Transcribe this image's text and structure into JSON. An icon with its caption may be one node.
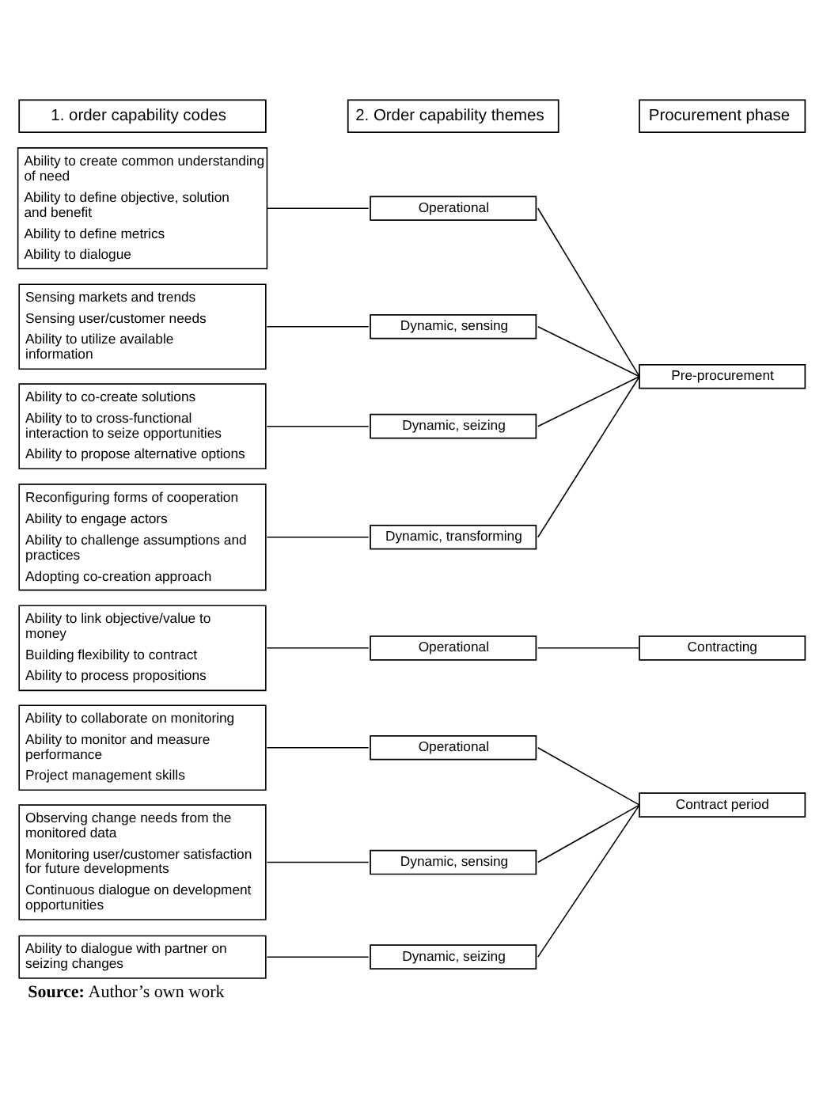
{
  "diagram": {
    "caption": "**Source:** Author’s own work",
    "nodes": [
      {
        "text": [
          "1. order capability codes"
        ]
      },
      {
        "text": [
          "2. Order capability themes"
        ]
      },
      {
        "text": [
          "Procurement phase"
        ]
      },
      {
        "text": [
          "Ability to create common understanding of need",
          "Ability to define objective, solution and benefit",
          "Ability to define metrics",
          "Ability to dialogue"
        ]
      },
      {
        "text": [
          "Operational"
        ]
      },
      {
        "text": [
          "Sensing markets and trends",
          "Sensing user/customer needs",
          "Ability to utilize available information"
        ]
      },
      {
        "text": [
          "Dynamic, sensing"
        ]
      },
      {
        "text": [
          "Pre-procurement"
        ]
      },
      {
        "text": [
          "Ability to co-create solutions",
          "Ability to to cross-functional interaction to seize opportunities",
          "Ability to propose alternative options"
        ]
      },
      {
        "text": [
          "Dynamic, seizing"
        ]
      },
      {
        "text": [
          "Reconfiguring forms of cooperation",
          "Ability to engage actors",
          "Ability to challenge assumptions and practices",
          "Adopting co-creation approach"
        ]
      },
      {
        "text": [
          "Dynamic, transforming"
        ]
      },
      {
        "text": [
          "Ability to link objective/value to money",
          "Building flexibility to contract",
          "Ability to process propositions"
        ]
      },
      {
        "text": [
          "Operational"
        ]
      },
      {
        "text": [
          "Contracting"
        ]
      },
      {
        "text": [
          "Ability to collaborate on monitoring",
          "Ability to monitor and measure performance",
          "Project management skills"
        ]
      },
      {
        "text": [
          "Operational"
        ]
      },
      {
        "text": [
          "Observing change needs from the monitored data",
          "Monitoring user/customer satisfaction for future developments",
          "Continuous dialogue on development opportunities"
        ]
      },
      {
        "text": [
          "Dynamic, sensing"
        ]
      },
      {
        "text": [
          "Contract period"
        ]
      },
      {
        "text": [
          "Ability to dialogue with partner on seizing changes"
        ]
      },
      {
        "text": [
          "Dynamic, seizing"
        ]
      }
    ],
    "edges": [
      {
        "from": 3,
        "to": 4,
        "arrow": "none"
      },
      {
        "from": 4,
        "to": 7,
        "arrow": "none"
      },
      {
        "from": 5,
        "to": 6,
        "arrow": "none"
      },
      {
        "from": 6,
        "to": 7,
        "arrow": "none"
      },
      {
        "from": 8,
        "to": 9,
        "arrow": "none"
      },
      {
        "from": 9,
        "to": 7,
        "arrow": "none"
      },
      {
        "from": 10,
        "to": 11,
        "arrow": "none"
      },
      {
        "from": 11,
        "to": 7,
        "arrow": "none"
      },
      {
        "from": 12,
        "to": 13,
        "arrow": "none"
      },
      {
        "from": 13,
        "to": 14,
        "arrow": "none"
      },
      {
        "from": 15,
        "to": 16,
        "arrow": "none"
      },
      {
        "from": 16,
        "to": 19,
        "arrow": "none"
      },
      {
        "from": 17,
        "to": 18,
        "arrow": "none"
      },
      {
        "from": 18,
        "to": 19,
        "arrow": "none"
      },
      {
        "from": 20,
        "to": 21,
        "arrow": "none"
      },
      {
        "from": 21,
        "to": 19,
        "arrow": "none"
      }
    ]
  }
}
